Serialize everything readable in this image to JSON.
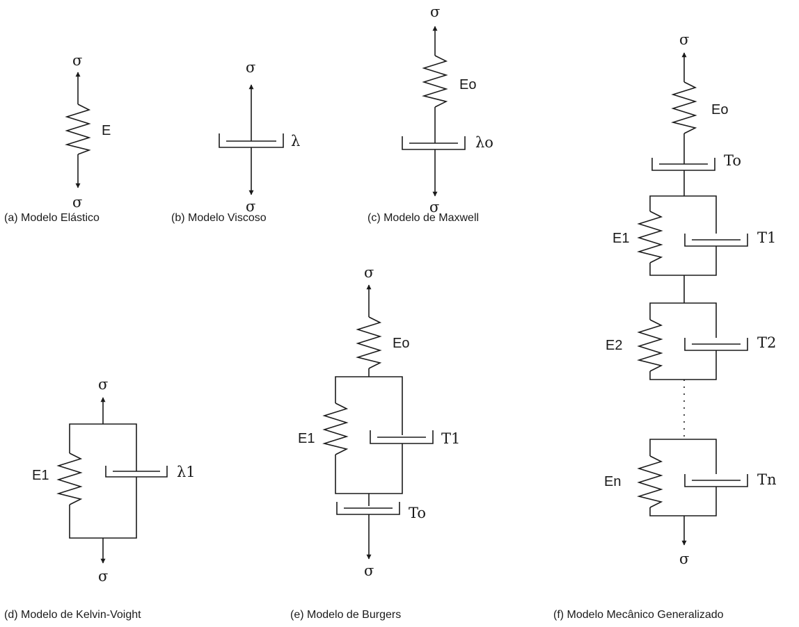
{
  "models": {
    "a": {
      "caption": "(a) Modelo Elástico",
      "stress_top": "σ",
      "stress_bottom": "σ",
      "spring": "E"
    },
    "b": {
      "caption": "(b) Modelo Viscoso",
      "stress_top": "σ",
      "stress_bottom": "σ",
      "damper": "λ"
    },
    "c": {
      "caption": "(c) Modelo de Maxwell",
      "stress_top": "σ",
      "stress_bottom": "σ",
      "spring": "Eo",
      "damper": "λo"
    },
    "d": {
      "caption": "(d) Modelo de Kelvin-Voight",
      "stress_top": "σ",
      "stress_bottom": "σ",
      "spring": "E1",
      "damper": "λ1"
    },
    "e": {
      "caption": "(e) Modelo de Burgers",
      "stress_top": "σ",
      "stress_bottom": "σ",
      "spring_top": "Eo",
      "spring_mid": "E1",
      "damper_mid": "T1",
      "damper_bottom": "To"
    },
    "f": {
      "caption": "(f) Modelo Mecânico Generalizado",
      "stress_top": "σ",
      "stress_bottom": "σ",
      "spring_0": "Eo",
      "damper_0": "To",
      "spring_1": "E1",
      "damper_1": "T1",
      "spring_2": "E2",
      "damper_2": "T2",
      "spring_n": "En",
      "damper_n": "Tn"
    }
  }
}
